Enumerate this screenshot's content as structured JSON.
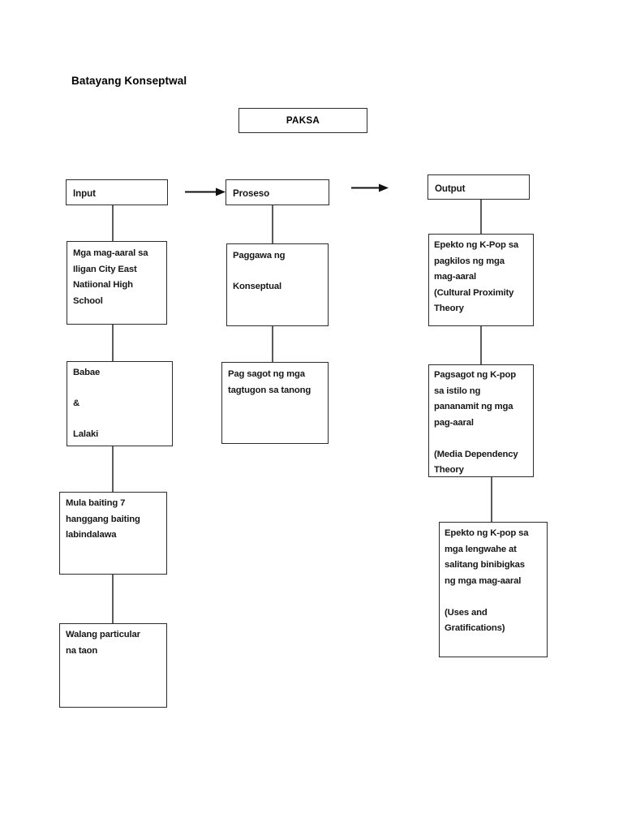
{
  "page": {
    "title": "Batayang Konseptwal",
    "background": "#ffffff",
    "line_color": "#5b5b5b",
    "border_color": "#2b2b2b"
  },
  "topic_box": {
    "label": "PAKSA"
  },
  "columns": {
    "input": {
      "header": "Input",
      "boxes": [
        {
          "text": "Mga mag-aaral sa\nIligan City East\nNatiional High\nSchool"
        },
        {
          "text": "Babae\n\n&\n\nLalaki"
        },
        {
          "text": "Mula baiting 7\nhanggang baiting\nlabindalawa"
        },
        {
          "text": "Walang particular\nna taon"
        }
      ]
    },
    "proseso": {
      "header": "Proseso",
      "boxes": [
        {
          "text": "Paggawa ng\n\nKonseptual"
        },
        {
          "text": "Pag sagot ng mga\ntagtugon sa tanong"
        }
      ]
    },
    "output": {
      "header": "Output",
      "boxes": [
        {
          "text": "Epekto ng K-Pop sa\npagkilos ng mga\nmag-aaral\n(Cultural Proximity\nTheory"
        },
        {
          "text": "Pagsagot ng K-pop\nsa istilo ng\npananamit ng mga\npag-aaral\n\n(Media Dependency\nTheory"
        },
        {
          "text": "Epekto ng K-pop sa\nmga lengwahe at\nsalitang binibigkas\nng mga mag-aaral\n\n(Uses and\nGratifications)"
        }
      ]
    }
  },
  "arrows": [
    {
      "name": "input-to-proseso"
    },
    {
      "name": "proseso-to-output"
    }
  ]
}
